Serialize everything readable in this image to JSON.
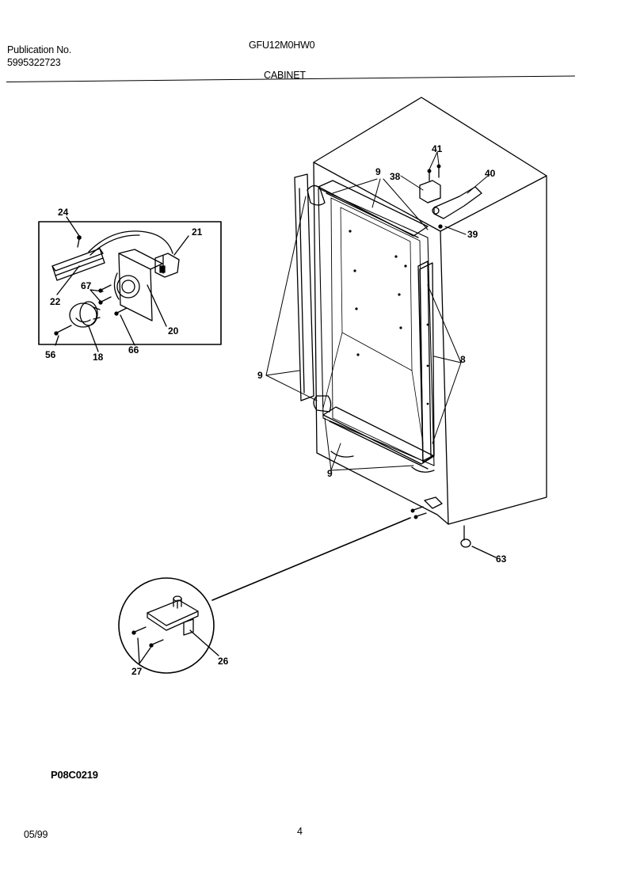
{
  "header": {
    "publication_label": "Publication No.",
    "publication_number": "5995322723",
    "model": "GFU12M0HW0",
    "section_title": "CABINET"
  },
  "footer": {
    "figure_code": "P08C0219",
    "date": "05/99",
    "page_number": "4"
  },
  "part_labels": {
    "p24": "24",
    "p21": "21",
    "p22": "22",
    "p67": "67",
    "p20": "20",
    "p56": "56",
    "p18": "18",
    "p66": "66",
    "p41": "41",
    "p38": "38",
    "p40": "40",
    "p39": "39",
    "p9_top": "9",
    "p9_left": "9",
    "p9_bottom": "9",
    "p8": "8",
    "p63": "63",
    "p26": "26",
    "p27": "27"
  }
}
